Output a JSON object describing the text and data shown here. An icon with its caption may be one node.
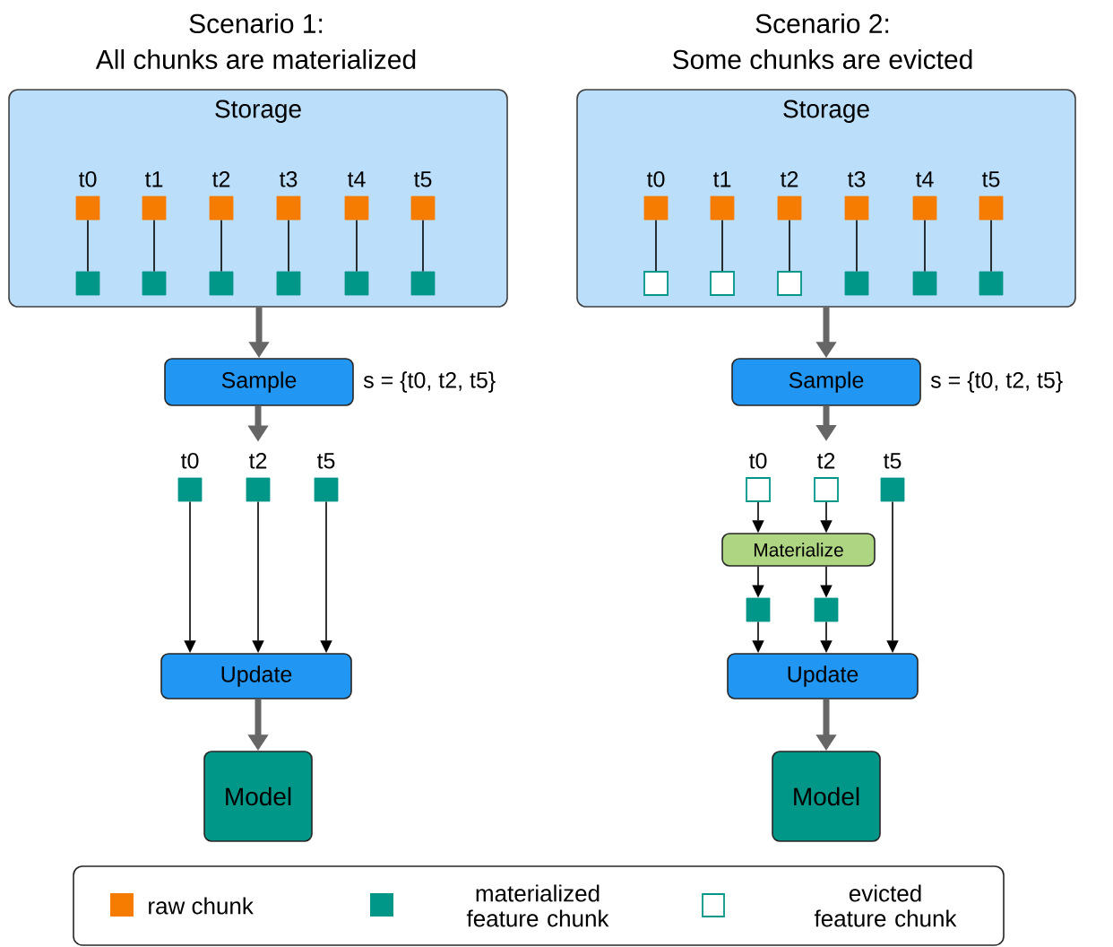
{
  "diagram": {
    "nodes": [
      {
        "text": [
          "Storage"
        ]
      },
      {
        "text": [
          "t0"
        ],
        "in": 0
      },
      {
        "text": [
          "t1"
        ],
        "in": 0
      },
      {
        "text": [
          "t2"
        ],
        "in": 0
      },
      {
        "text": [
          "t3"
        ],
        "in": 0
      },
      {
        "text": [
          "t4"
        ],
        "in": 0
      },
      {
        "text": [
          "t5"
        ],
        "in": 0
      },
      {
        "text": [],
        "shape": "box",
        "in": 0
      },
      {
        "text": [],
        "shape": "box",
        "in": 0
      },
      {
        "text": [],
        "shape": "box",
        "in": 0
      },
      {
        "text": [],
        "shape": "box",
        "in": 0
      },
      {
        "text": [],
        "shape": "box",
        "in": 0
      },
      {
        "text": [],
        "shape": "box",
        "in": 0
      },
      {
        "text": [
          "Sample"
        ],
        "beside": [
          "s = {t0, t2, t5}"
        ]
      },
      {
        "text": [
          "t0"
        ]
      },
      {
        "text": [
          "t2"
        ]
      },
      {
        "text": [
          "t5"
        ]
      },
      {
        "text": [
          "Update"
        ]
      },
      {
        "text": [
          "Model"
        ]
      },
      {
        "text": [
          "Storage"
        ]
      },
      {
        "text": [
          "t0"
        ],
        "in": 19
      },
      {
        "text": [
          "t1"
        ],
        "in": 19
      },
      {
        "text": [
          "t2"
        ],
        "in": 19
      },
      {
        "text": [
          "t3"
        ],
        "in": 19
      },
      {
        "text": [
          "t4"
        ],
        "in": 19
      },
      {
        "text": [
          "t5"
        ],
        "in": 19
      },
      {
        "text": [],
        "shape": "box",
        "in": 19
      },
      {
        "text": [],
        "shape": "box",
        "in": 19
      },
      {
        "text": [],
        "shape": "box",
        "in": 19
      },
      {
        "text": [],
        "shape": "box",
        "in": 19
      },
      {
        "text": [],
        "shape": "box",
        "in": 19
      },
      {
        "text": [],
        "shape": "box",
        "in": 19
      },
      {
        "text": [
          "Sample"
        ],
        "beside": [
          "s = {t0, t2, t5}"
        ]
      },
      {
        "text": [
          "t0"
        ]
      },
      {
        "text": [
          "t2"
        ]
      },
      {
        "text": [
          "t5"
        ]
      },
      {
        "text": [
          "Materialize"
        ]
      },
      {
        "text": [],
        "shape": "box"
      },
      {
        "text": [],
        "shape": "box"
      },
      {
        "text": [
          "Update"
        ]
      },
      {
        "text": [
          "Model"
        ]
      }
    ],
    "edges": [
      {
        "from": 1,
        "to": 7,
        "arrow": "none"
      },
      {
        "from": 2,
        "to": 8,
        "arrow": "none"
      },
      {
        "from": 3,
        "to": 9,
        "arrow": "none"
      },
      {
        "from": 4,
        "to": 10,
        "arrow": "none"
      },
      {
        "from": 5,
        "to": 11,
        "arrow": "none"
      },
      {
        "from": 6,
        "to": 12,
        "arrow": "none"
      },
      {
        "from": 0,
        "to": 13,
        "arrow": "to",
        "style": "thick",
        "color": "#666666"
      },
      {
        "from": 13,
        "to": 15,
        "arrow": "to",
        "style": "thick",
        "color": "#666666"
      },
      {
        "from": 14,
        "to": 17,
        "arrow": "to"
      },
      {
        "from": 15,
        "to": 17,
        "arrow": "to"
      },
      {
        "from": 16,
        "to": 17,
        "arrow": "to"
      },
      {
        "from": 17,
        "to": 18,
        "arrow": "to",
        "style": "thick",
        "color": "#666666"
      },
      {
        "from": 20,
        "to": 26,
        "arrow": "none"
      },
      {
        "from": 21,
        "to": 27,
        "arrow": "none"
      },
      {
        "from": 22,
        "to": 28,
        "arrow": "none"
      },
      {
        "from": 23,
        "to": 29,
        "arrow": "none"
      },
      {
        "from": 24,
        "to": 30,
        "arrow": "none"
      },
      {
        "from": 25,
        "to": 31,
        "arrow": "none"
      },
      {
        "from": 19,
        "to": 32,
        "arrow": "to",
        "style": "thick",
        "color": "#666666"
      },
      {
        "from": 32,
        "to": 34,
        "arrow": "to",
        "style": "thick",
        "color": "#666666"
      },
      {
        "from": 33,
        "to": 36,
        "arrow": "to"
      },
      {
        "from": 34,
        "to": 36,
        "arrow": "to"
      },
      {
        "from": 36,
        "to": 37,
        "arrow": "to"
      },
      {
        "from": 36,
        "to": 38,
        "arrow": "to"
      },
      {
        "from": 37,
        "to": 39,
        "arrow": "to"
      },
      {
        "from": 38,
        "to": 39,
        "arrow": "to"
      },
      {
        "from": 35,
        "to": 39,
        "arrow": "to"
      },
      {
        "from": 39,
        "to": 40,
        "arrow": "to",
        "style": "thick",
        "color": "#666666"
      }
    ],
    "labels": [
      "Scenario 1:",
      "All chunks are materialized",
      "Scenario 2:",
      "Some chunks are evicted"
    ],
    "legend": [
      {
        "text": "raw chunk",
        "color": "#f57c00"
      },
      {
        "text": "materialized feature chunk",
        "color": "#009688"
      },
      {
        "text": "evicted feature chunk"
      }
    ]
  }
}
